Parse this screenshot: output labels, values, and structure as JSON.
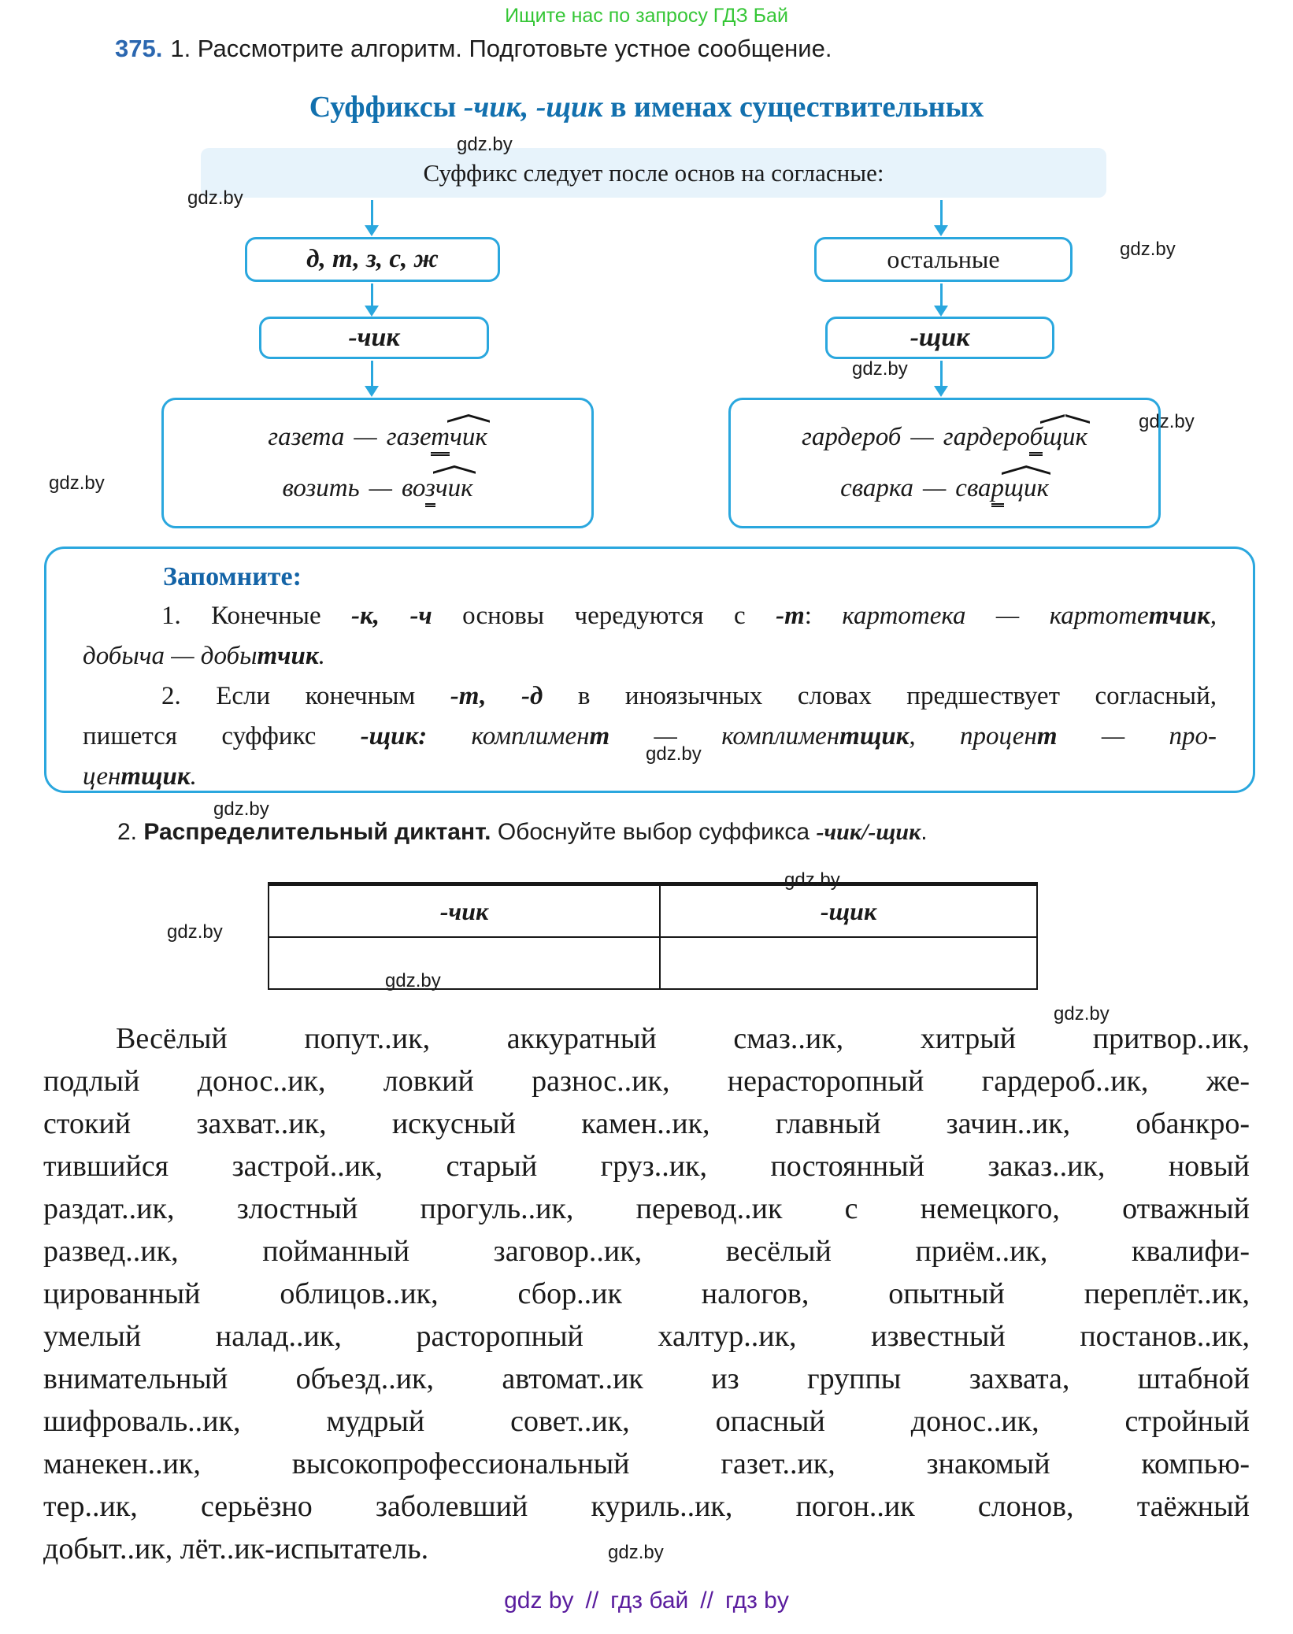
{
  "promo": {
    "text": "Ищите нас по запросу ГДЗ Бай"
  },
  "watermark": {
    "text": "gdz.by"
  },
  "exercise": {
    "number": "375.",
    "task": "1. Рассмотрите алгоритм. Подготовьте устное сообщение."
  },
  "algorithm": {
    "title_segments": [
      {
        "t": "Суффиксы ",
        "c": "n"
      },
      {
        "t": "-чик, -щик",
        "c": "bi"
      },
      {
        "t": " в именах существительных",
        "c": "n"
      }
    ],
    "condition": "Суффикс следует после основ на согласные:",
    "dash": "—",
    "left": {
      "stems": "д, т, з, с, ж",
      "suffix": "-чик",
      "examples": [
        {
          "base": "газета",
          "pre": "газе",
          "alt": "т",
          "suf": "чик"
        },
        {
          "base": "возить",
          "pre": "во",
          "alt": "з",
          "suf": "чик"
        }
      ]
    },
    "right": {
      "stems": "остальные",
      "suffix": "-щик",
      "examples": [
        {
          "base": "гардероб",
          "pre": "гардеро",
          "alt": "б",
          "suf": "щик"
        },
        {
          "base": "сварка",
          "pre": "сва",
          "alt": "р",
          "suf": "щик"
        }
      ]
    }
  },
  "memo": {
    "heading": "Запомните:",
    "lines": [
      [
        {
          "t": "1. Конечные ",
          "c": "n"
        },
        {
          "t": "-к, -ч",
          "c": "bi"
        },
        {
          "t": " основы чередуются с ",
          "c": "n"
        },
        {
          "t": "-т",
          "c": "bi"
        },
        {
          "t": ": ",
          "c": "n"
        },
        {
          "t": "картотека — картоте",
          "c": "i"
        },
        {
          "t": "тчик",
          "c": "bi"
        },
        {
          "t": ",",
          "c": "i"
        }
      ],
      [
        {
          "t": "добыча — добы",
          "c": "i"
        },
        {
          "t": "тчик",
          "c": "bi"
        },
        {
          "t": ".",
          "c": "i"
        }
      ],
      [
        {
          "t": "2. Если конечным ",
          "c": "n"
        },
        {
          "t": "-т, -д",
          "c": "bi"
        },
        {
          "t": " в иноязычных словах предшествует согласный,",
          "c": "n"
        }
      ],
      [
        {
          "t": "пишется суффикс ",
          "c": "n"
        },
        {
          "t": "-щик:",
          "c": "bi"
        },
        {
          "t": " комплимен",
          "c": "i"
        },
        {
          "t": "т",
          "c": "bi"
        },
        {
          "t": " — комплимен",
          "c": "i"
        },
        {
          "t": "тщик",
          "c": "bi"
        },
        {
          "t": ", процен",
          "c": "i"
        },
        {
          "t": "т",
          "c": "bi"
        },
        {
          "t": " — про-",
          "c": "i"
        }
      ],
      [
        {
          "t": "цен",
          "c": "i"
        },
        {
          "t": "тщик",
          "c": "bi"
        },
        {
          "t": ".",
          "c": "i"
        }
      ]
    ]
  },
  "part2": {
    "segments": [
      {
        "t": "2. ",
        "c": "n"
      },
      {
        "t": "Распределительный диктант.",
        "c": "b"
      },
      {
        "t": " Обоснуйте выбор суффикса ",
        "c": "n"
      },
      {
        "t": "-чик/-щик",
        "c": "serif-bi"
      },
      {
        "t": ".",
        "c": "n"
      }
    ]
  },
  "table": {
    "headers": [
      "-чик",
      "-щик"
    ]
  },
  "dictation": {
    "lines": [
      "Весёлый попут..ик, аккуратный смаз..ик, хитрый притвор..ик,",
      "подлый донос..ик, ловкий разнос..ик, нерасторопный гардероб..ик, же-",
      "стокий захват..ик, искусный камен..ик, главный зачин..ик, обанкро-",
      "тившийся застрой..ик, старый груз..ик, постоянный заказ..ик, новый",
      "раздат..ик, злостный прогуль..ик, перевод..ик с немецкого, отважный",
      "развед..ик, пойманный заговор..ик, весёлый приём..ик, квалифи-",
      "цированный облицов..ик, сбор..ик налогов, опытный переплёт..ик,",
      "умелый налад..ик, расторопный халтур..ик, известный постанов..ик,",
      "внимательный объезд..ик, автомат..ик из группы захвата, штабной",
      "шифроваль..ик, мудрый совет..ик, опасный донос..ик, стройный",
      "манекен..ик, высокопрофессиональный газет..ик, знакомый компью-",
      "тер..ик, серьёзно заболевший куриль..ик, погон..ик слонов, таёжный",
      "добыт..ик, лёт..ик-испытатель."
    ]
  },
  "footer": {
    "text": "gdz by // гдз бай // гдз by"
  }
}
